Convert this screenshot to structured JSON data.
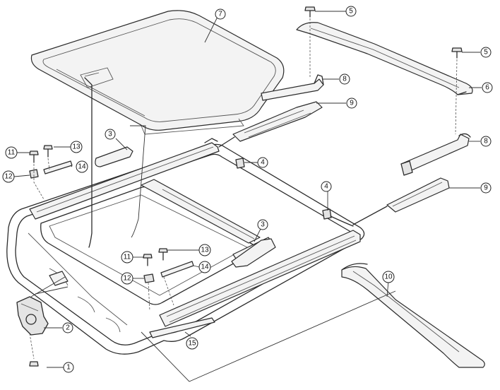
{
  "callouts": [
    {
      "id": "c1a",
      "number": "1"
    },
    {
      "id": "c2a",
      "number": "2"
    },
    {
      "id": "c3a",
      "number": "3"
    },
    {
      "id": "c3b",
      "number": "3"
    },
    {
      "id": "c4a",
      "number": "4"
    },
    {
      "id": "c4b",
      "number": "4"
    },
    {
      "id": "c5a",
      "number": "5"
    },
    {
      "id": "c5b",
      "number": "5"
    },
    {
      "id": "c6a",
      "number": "6"
    },
    {
      "id": "c7a",
      "number": "7"
    },
    {
      "id": "c8a",
      "number": "8"
    },
    {
      "id": "c8b",
      "number": "8"
    },
    {
      "id": "c9a",
      "number": "9"
    },
    {
      "id": "c9b",
      "number": "9"
    },
    {
      "id": "c10a",
      "number": "10"
    },
    {
      "id": "c11a",
      "number": "11"
    },
    {
      "id": "c11b",
      "number": "11"
    },
    {
      "id": "c12a",
      "number": "12"
    },
    {
      "id": "c12b",
      "number": "12"
    },
    {
      "id": "c13a",
      "number": "13"
    },
    {
      "id": "c13b",
      "number": "13"
    },
    {
      "id": "c14a",
      "number": "14"
    },
    {
      "id": "c14b",
      "number": "14"
    },
    {
      "id": "c15a",
      "number": "15"
    }
  ]
}
